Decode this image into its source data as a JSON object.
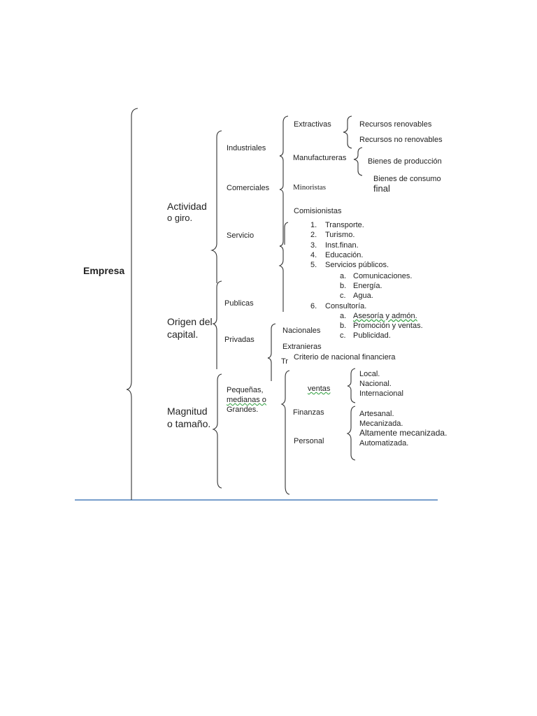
{
  "root": {
    "label": "Empresa"
  },
  "level1": {
    "actividad": [
      "Actividad",
      "o giro."
    ],
    "origen": [
      "Origen del",
      "capital."
    ],
    "magnitud": [
      "Magnitud",
      "o tamaño."
    ]
  },
  "level2": {
    "industriales": "Industriales",
    "comerciales": "Comerciales",
    "servicio": "Servicio",
    "publicas": "Publicas",
    "privadas": "Privadas",
    "pequenas": [
      "Pequeñas,",
      "medianas o",
      "Grandes."
    ]
  },
  "level3": {
    "extractivas": "Extractivas",
    "manufactureras": "Manufactureras",
    "minoristas": "Minoristas",
    "comisionistas": "Comisionistas",
    "nacionales": "Nacionales",
    "extranjeras": "Extranjeras",
    "transnacionales_fragment": "Tr",
    "criterio": "Criterio de nacional financiera",
    "ventas": "ventas",
    "finanzas": "Finanzas",
    "personal": "Personal"
  },
  "level4": {
    "recursos_renovables": "Recursos renovables",
    "recursos_no_renovables": "Recursos no renovables",
    "bienes_produccion": "Bienes de producción",
    "bienes_consumo": "Bienes de consumo",
    "final": "final"
  },
  "servicios_list": [
    {
      "n": "1.",
      "label": "Transporte."
    },
    {
      "n": "2.",
      "label": "Turismo."
    },
    {
      "n": "3.",
      "label": "Inst.finan."
    },
    {
      "n": "4.",
      "label": "Educación."
    },
    {
      "n": "5.",
      "label": "Servicios públicos."
    }
  ],
  "servicios_publicos_sub": [
    {
      "n": "a.",
      "label": "Comunicaciones."
    },
    {
      "n": "b.",
      "label": "Energía."
    },
    {
      "n": "c.",
      "label": "Agua."
    }
  ],
  "consultoria": {
    "n": "6.",
    "label": "Consultoría."
  },
  "consultoria_sub": [
    {
      "n": "a.",
      "label": "Asesoría y admón."
    },
    {
      "n": "b.",
      "label": "Promoción y ventas."
    },
    {
      "n": "c.",
      "label": "Publicidad."
    }
  ],
  "ventas_items": [
    "Local.",
    "Nacional.",
    "Internacional"
  ],
  "personal_items": [
    "Artesanal.",
    "Mecanizada.",
    "Altamente mecanizada.",
    "Automatizada."
  ],
  "colors": {
    "bracket": "#333333",
    "baseline": "#4a7ebb",
    "wavy": "#2a9d3a"
  }
}
